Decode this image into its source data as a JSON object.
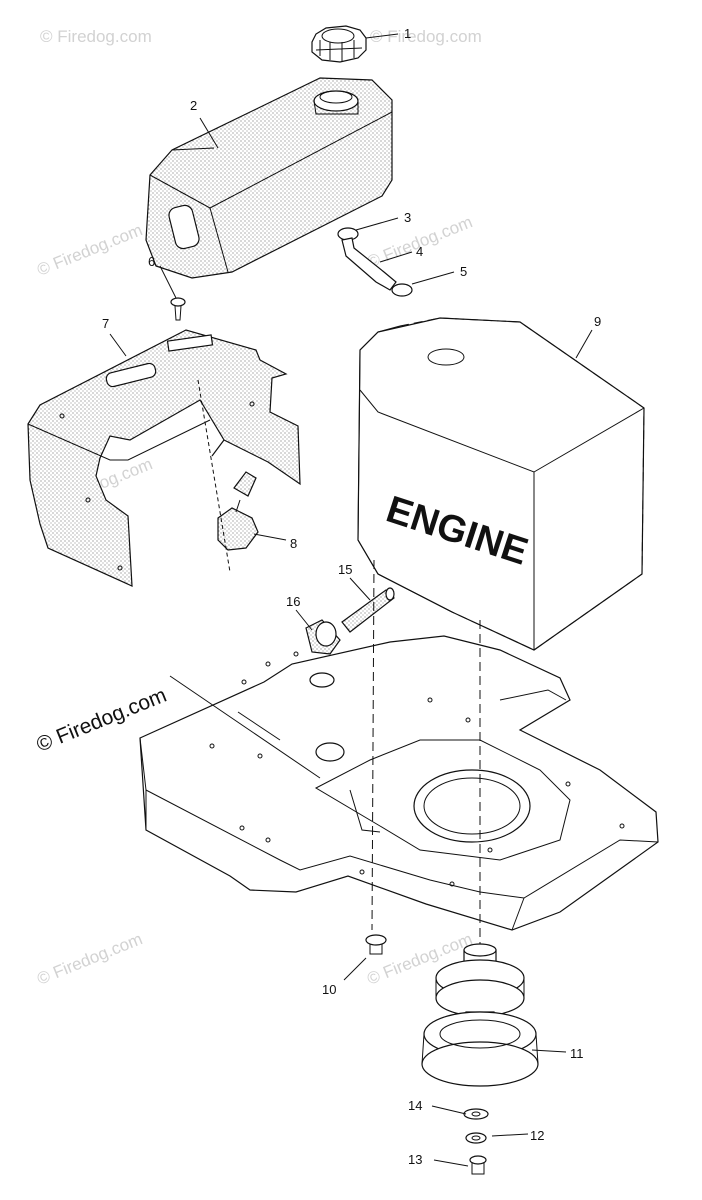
{
  "watermark": {
    "small": "© Firedog.com",
    "large": "© Firedog.com"
  },
  "engine_label": "ENGINE",
  "callouts": [
    "1",
    "2",
    "3",
    "4",
    "5",
    "6",
    "7",
    "8",
    "9",
    "10",
    "11",
    "12",
    "13",
    "14",
    "15",
    "16"
  ]
}
